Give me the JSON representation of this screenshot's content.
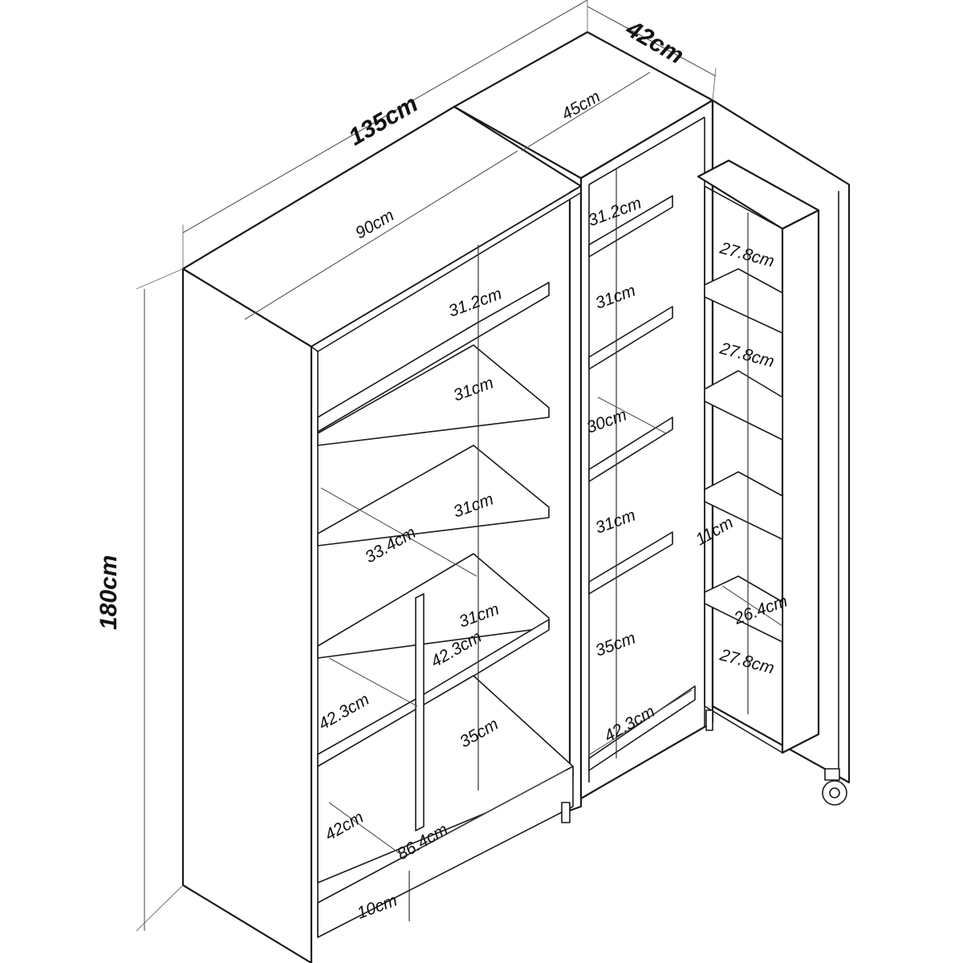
{
  "dimensions": {
    "overall_width": "135cm",
    "overall_depth": "42cm",
    "overall_height": "180cm",
    "main_unit_width": "90cm",
    "side_unit_width": "45cm",
    "main_shelf_gap_1": "31.2cm",
    "main_shelf_gap_2": "31cm",
    "main_shelf_gap_3": "31cm",
    "main_shelf_depth": "33.4cm",
    "main_mid_gap": "31cm",
    "main_mid_depth": "42.3cm",
    "main_left_depth": "42.3cm",
    "main_low_gap": "35cm",
    "main_base_depth": "42cm",
    "main_base_width": "86.4cm",
    "plinth_height": "10cm",
    "side_gap_1": "31.2cm",
    "side_gap_2": "31cm",
    "side_gap_3": "30cm",
    "side_gap_4": "31cm",
    "side_gap_5": "35cm",
    "side_base_depth": "42.3cm",
    "door_gap_1": "27.8cm",
    "door_gap_2": "27.8cm",
    "door_gap_3": "27.8cm",
    "door_rack_depth": "11cm",
    "door_rack_width": "26.4cm"
  }
}
